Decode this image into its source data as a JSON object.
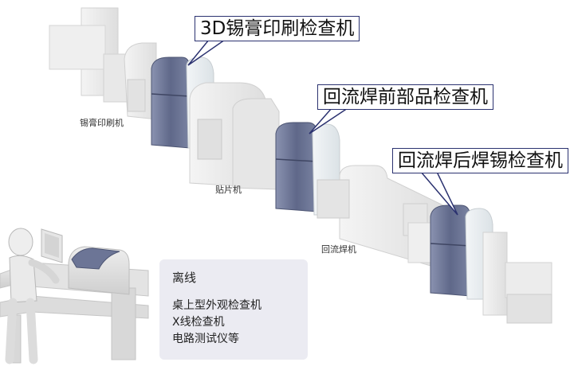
{
  "callouts": {
    "spi": "3D锡膏印刷检查机",
    "pre_reflow": "回流焊前部品检查机",
    "post_reflow": "回流焊后焊锡检查机"
  },
  "machine_labels": {
    "printer": "锡膏印刷机",
    "mounter": "贴片机",
    "reflow": "回流焊机"
  },
  "offline": {
    "title": "离线",
    "items": [
      "桌上型外观检查机",
      "X线检查机",
      "电路测试仪等"
    ]
  },
  "colors": {
    "inspection_unit": "#6c7596",
    "machine_body": "#ececec",
    "offline_box": "#ebebf2",
    "callout_border": "#2b3270"
  }
}
